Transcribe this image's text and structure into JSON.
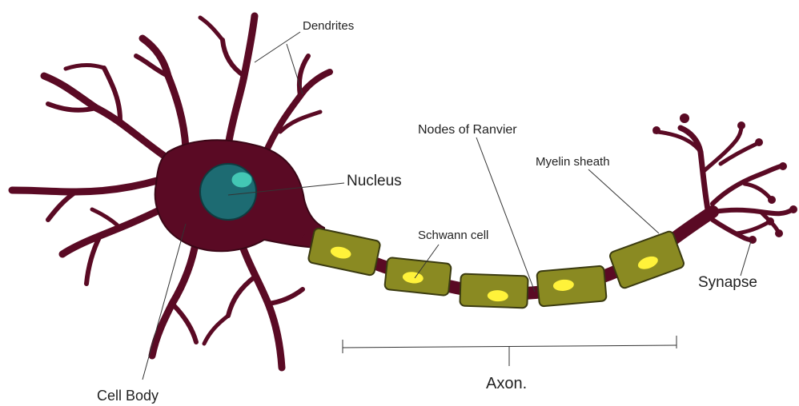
{
  "labels": {
    "dendrites": "Dendrites",
    "nodes_of_ranvier": "Nodes of Ranvier",
    "nucleus": "Nucleus",
    "myelin_sheath": "Myelin sheath",
    "schwann_cell": "Schwann cell",
    "synapse": "Synapse",
    "cell_body": "Cell Body",
    "axon": "Axon."
  },
  "colors": {
    "neuron_body": "#5a0a24",
    "nucleus": "#1d6b72",
    "nucleolus": "#43c7b4",
    "myelin": "#8a8a22",
    "schwann_nucleus": "#fff23a",
    "line": "#333333"
  }
}
